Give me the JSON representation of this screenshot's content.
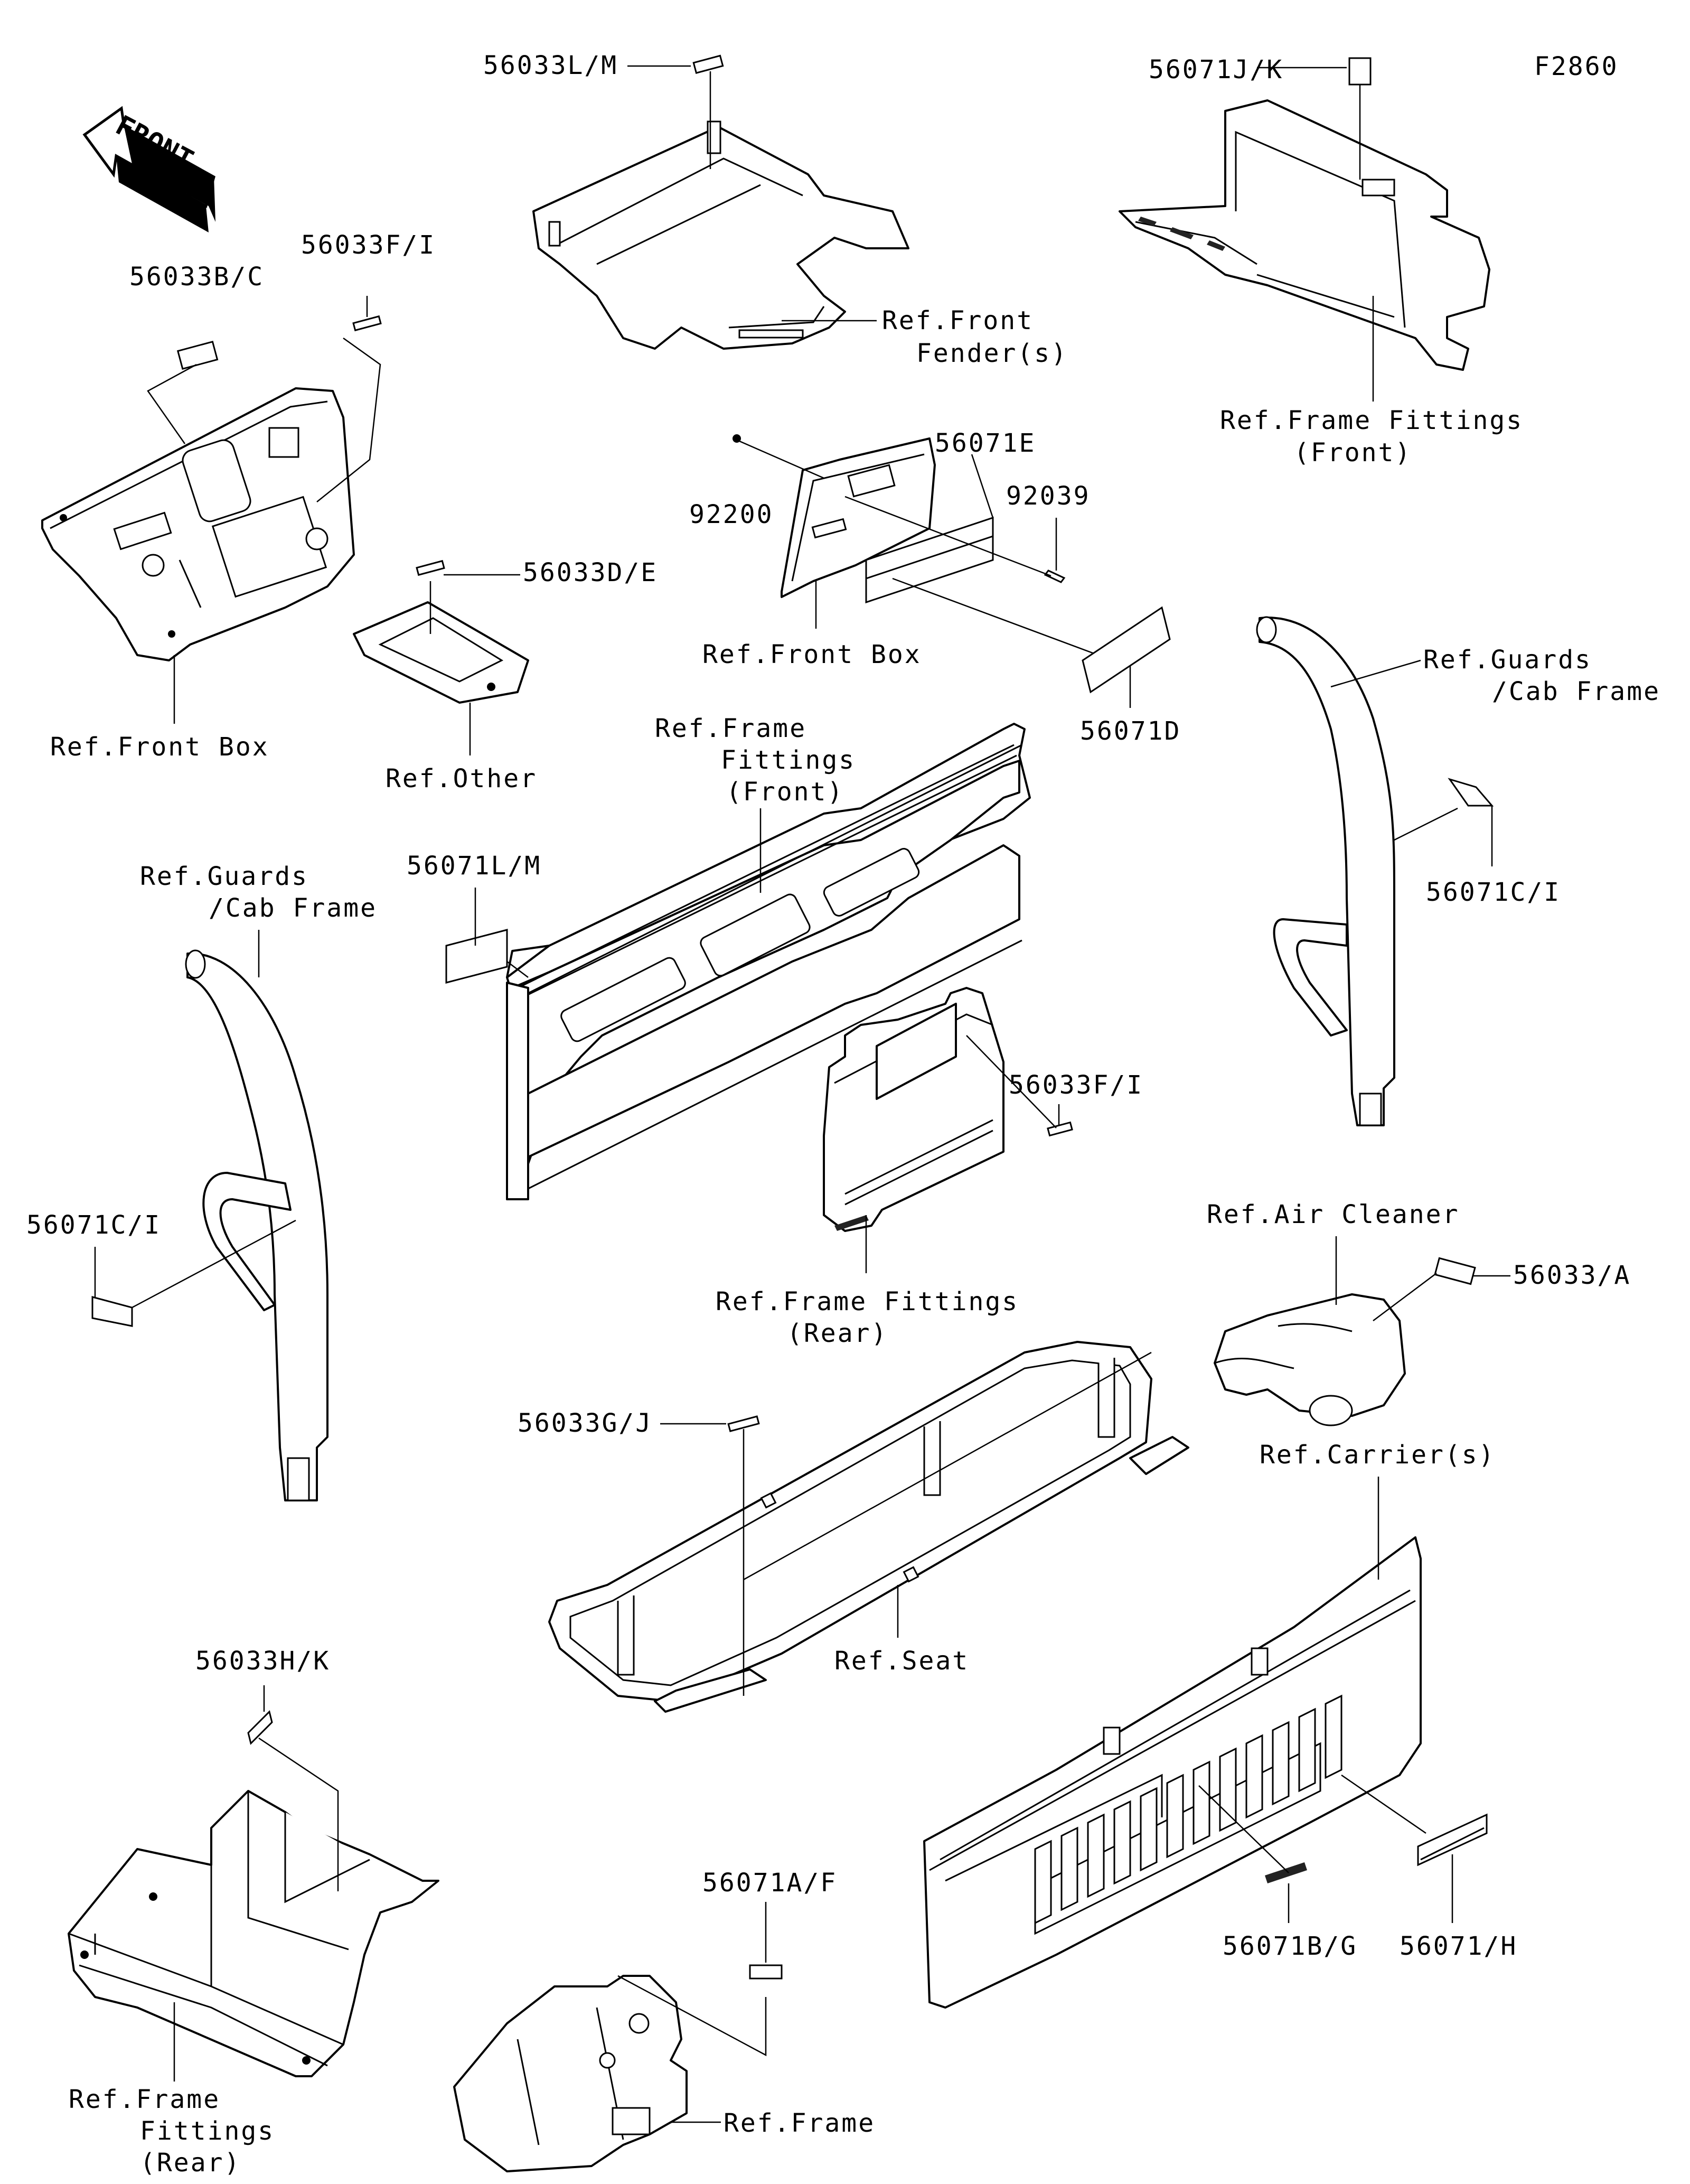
{
  "figure_code": "F2860",
  "front_arrow": "FRONT",
  "labels": {
    "l01": "56033L/M",
    "l02": "56071J/K",
    "l03": "56033B/C",
    "l04": "56033F/I",
    "l05": "Ref.Front",
    "l05b": "Fender(s)",
    "l06": "Ref.Frame Fittings",
    "l06b": "(Front)",
    "l07": "56071E",
    "l08": "92200",
    "l09": "92039",
    "l10": "56033D/E",
    "l11": "Ref.Front Box",
    "l12": "Ref.Front Box",
    "l13": "Ref.Other",
    "l14": "Ref.Frame",
    "l14b": "Fittings",
    "l14c": "(Front)",
    "l15": "56071D",
    "l16": "Ref.Guards",
    "l16b": "/Cab Frame",
    "l17": "Ref.Guards",
    "l17b": "/Cab Frame",
    "l18": "56071L/M",
    "l19": "56071C/I",
    "l20": "56033F/I",
    "l21": "56071C/I",
    "l22": "Ref.Air Cleaner",
    "l23": "56033/A",
    "l24": "Ref.Frame Fittings",
    "l24b": "(Rear)",
    "l25": "56033G/J",
    "l26": "Ref.Carrier(s)",
    "l27": "Ref.Seat",
    "l28": "56033H/K",
    "l29": "56071A/F",
    "l30": "56071B/G",
    "l31": "56071/H",
    "l32": "Ref.Frame",
    "l32b": "Fittings",
    "l32c": "(Rear)",
    "l33": "Ref.Frame"
  }
}
